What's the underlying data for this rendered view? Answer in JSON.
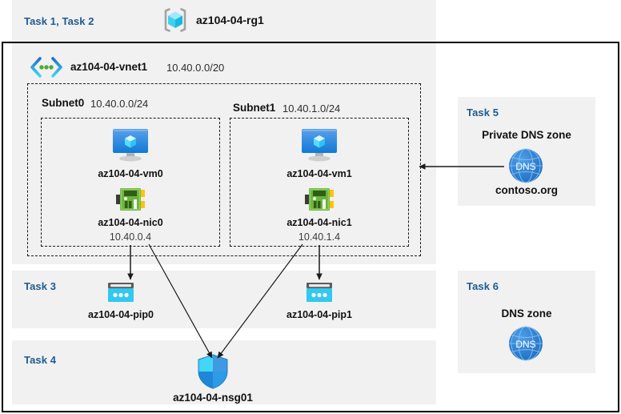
{
  "resource_group": {
    "task_label": "Task 1, Task 2",
    "name": "az104-04-rg1",
    "icon": "resource-group-icon"
  },
  "vnet": {
    "name": "az104-04-vnet1",
    "cidr": "10.40.0.0/20",
    "icon": "virtual-network-icon"
  },
  "subnets": [
    {
      "name": "Subnet0",
      "cidr": "10.40.0.0/24",
      "vm": {
        "name": "az104-04-vm0",
        "icon": "virtual-machine-icon"
      },
      "nic": {
        "name": "az104-04-nic0",
        "ip": "10.40.0.4",
        "icon": "network-interface-icon"
      }
    },
    {
      "name": "Subnet1",
      "cidr": "10.40.1.0/24",
      "vm": {
        "name": "az104-04-vm1",
        "icon": "virtual-machine-icon"
      },
      "nic": {
        "name": "az104-04-nic1",
        "ip": "10.40.1.4",
        "icon": "network-interface-icon"
      }
    }
  ],
  "public_ips": {
    "task_label": "Task 3",
    "items": [
      {
        "name": "az104-04-pip0",
        "icon": "public-ip-address-icon"
      },
      {
        "name": "az104-04-pip1",
        "icon": "public-ip-address-icon"
      }
    ]
  },
  "nsg": {
    "task_label": "Task 4",
    "name": "az104-04-nsg01",
    "icon": "network-security-group-icon"
  },
  "private_dns": {
    "task_label": "Task 5",
    "title": "Private DNS zone",
    "zone_name": "contoso.org",
    "icon": "dns-zone-icon"
  },
  "public_dns": {
    "task_label": "Task 6",
    "title": "DNS zone",
    "icon": "dns-zone-icon"
  },
  "colors": {
    "task_text": "#1f5b8f",
    "panel_bg": "#f1f1f1",
    "azure_blue": "#0078d4",
    "cyan": "#32c8f0",
    "nic_green": "#6cb33f",
    "dns_blue": "#2a7fd4"
  }
}
